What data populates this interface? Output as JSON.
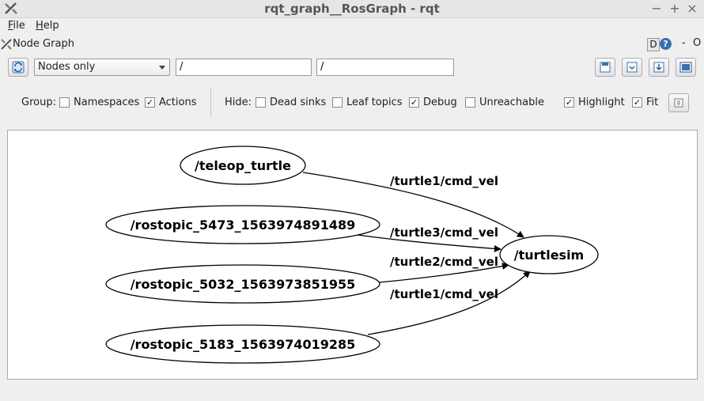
{
  "window": {
    "title": "rqt_graph__RosGraph - rqt",
    "min_label": "−",
    "max_label": "+",
    "close_label": "×"
  },
  "menu": {
    "file_u": "F",
    "file_rest": "ile",
    "help_u": "H",
    "help_rest": "elp"
  },
  "plugin": {
    "title": "Node Graph",
    "dock_d": "D",
    "dock_help": "?",
    "dock_min": "-",
    "dock_close": "O"
  },
  "toolbar": {
    "mode": "Nodes only",
    "filter_1": "/",
    "filter_2": "/"
  },
  "options": {
    "group_label": "Group:",
    "namespaces": {
      "label": "Namespaces",
      "checked": false
    },
    "actions": {
      "label": "Actions",
      "checked": true
    },
    "hide_label": "Hide:",
    "dead_sinks": {
      "label": "Dead sinks",
      "checked": false
    },
    "leaf_topics": {
      "label": "Leaf topics",
      "checked": false
    },
    "debug": {
      "label": "Debug",
      "checked": true
    },
    "unreachable": {
      "label": "Unreachable",
      "checked": false
    },
    "highlight": {
      "label": "Highlight",
      "checked": true
    },
    "fit": {
      "label": "Fit",
      "checked": true
    }
  },
  "graph": {
    "nodes": {
      "teleop": "/teleop_turtle",
      "rostopic_1": "/rostopic_5473_1563974891489",
      "rostopic_2": "/rostopic_5032_1563973851955",
      "rostopic_3": "/rostopic_5183_1563974019285",
      "turtlesim": "/turtlesim"
    },
    "edges": {
      "e1": "/turtle1/cmd_vel",
      "e2": "/turtle3/cmd_vel",
      "e3": "/turtle2/cmd_vel",
      "e4": "/turtle1/cmd_vel"
    }
  }
}
